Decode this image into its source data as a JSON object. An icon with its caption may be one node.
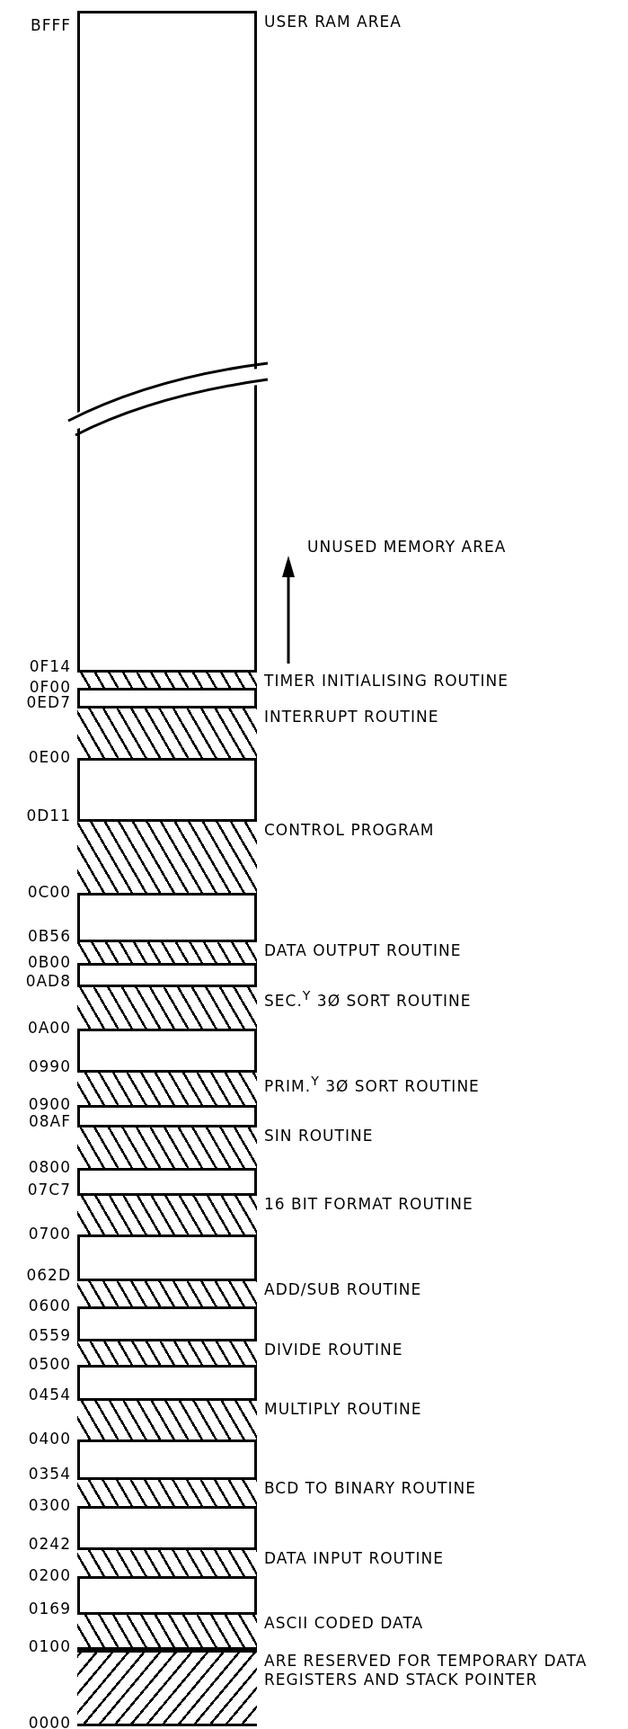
{
  "diagram": {
    "nodes": [
      {
        "text": [
          "USER RAM AREA"
        ],
        "beside": [
          "BFFF"
        ]
      },
      {
        "text": [
          "TIMER INITIALISING ROUTINE"
        ],
        "beside": [
          "0F14",
          "0F00"
        ],
        "in": 0
      },
      {
        "text": [
          "INTERRUPT ROUTINE"
        ],
        "beside": [
          "0ED7",
          "0E00"
        ],
        "in": 0
      },
      {
        "text": [
          "CONTROL PROGRAM"
        ],
        "beside": [
          "0D11",
          "0C00"
        ],
        "in": 0
      },
      {
        "text": [
          "DATA OUTPUT ROUTINE"
        ],
        "beside": [
          "0B56",
          "0B00"
        ],
        "in": 0
      },
      {
        "text": [
          "SEC.$^{Y}$ 3Ø SORT ROUTINE"
        ],
        "beside": [
          "0AD8",
          "0A00"
        ],
        "in": 0
      },
      {
        "text": [
          "PRIM.$^{Y}$ 3Ø SORT ROUTINE"
        ],
        "beside": [
          "0990",
          "0900"
        ],
        "in": 0
      },
      {
        "text": [
          "SIN ROUTINE"
        ],
        "beside": [
          "08AF",
          "0800"
        ],
        "in": 0
      },
      {
        "text": [
          "16 BIT FORMAT ROUTINE"
        ],
        "beside": [
          "07C7",
          "0700"
        ],
        "in": 0
      },
      {
        "text": [
          "ADD/SUB ROUTINE"
        ],
        "beside": [
          "062D",
          "0600"
        ],
        "in": 0
      },
      {
        "text": [
          "DIVIDE ROUTINE"
        ],
        "beside": [
          "0559",
          "0500"
        ],
        "in": 0
      },
      {
        "text": [
          "MULTIPLY ROUTINE"
        ],
        "beside": [
          "0454",
          "0400"
        ],
        "in": 0
      },
      {
        "text": [
          "BCD TO BINARY ROUTINE"
        ],
        "beside": [
          "0354",
          "0300"
        ],
        "in": 0
      },
      {
        "text": [
          "DATA INPUT ROUTINE"
        ],
        "beside": [
          "0242",
          "0200"
        ],
        "in": 0
      },
      {
        "text": [
          "ASCII CODED DATA"
        ],
        "beside": [
          "0169"
        ],
        "in": 0
      },
      {
        "text": [
          "ARE RESERVED FOR TEMPORARY DATA REGISTERS AND STACK POINTER"
        ],
        "beside": [
          "0100",
          "0000"
        ],
        "in": 0
      }
    ],
    "edges": [],
    "labels": [
      "UNUSED MEMORY AREA"
    ]
  }
}
